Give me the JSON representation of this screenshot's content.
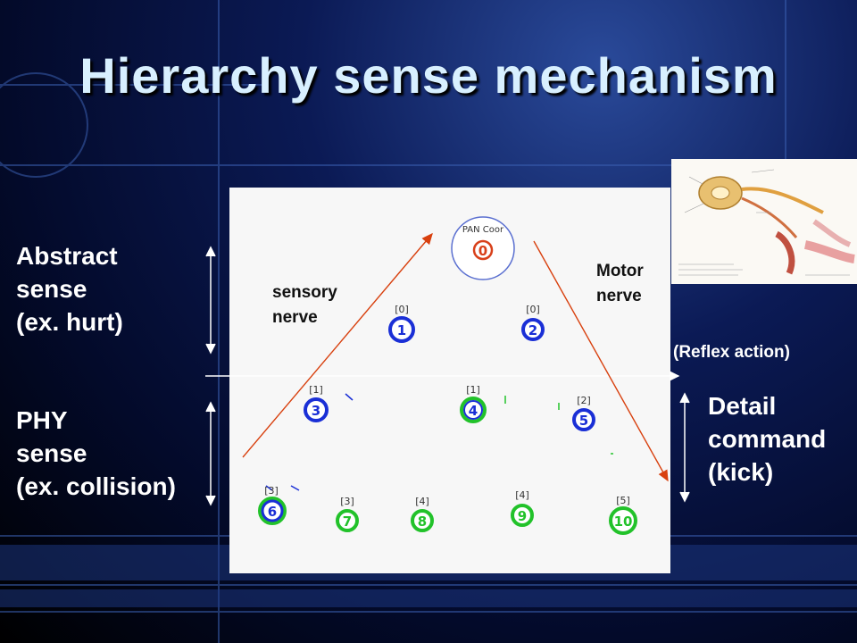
{
  "slide": {
    "title": "Hierarchy sense mechanism"
  },
  "left_labels": {
    "abstract": [
      "Abstract",
      "sense",
      "(ex. hurt)"
    ],
    "phy": [
      "PHY",
      "sense",
      "(ex. collision)"
    ]
  },
  "right_labels": {
    "reflex": "(Reflex action)",
    "detail": [
      "Detail",
      "command",
      "(kick)"
    ]
  },
  "diagram": {
    "sensory_label": [
      "sensory",
      "nerve"
    ],
    "motor_label": [
      "Motor",
      "nerve"
    ],
    "coordinator_label": "PAN Coor",
    "colors": {
      "blue": "#1a2fd6",
      "green": "#22c22a",
      "arrow": "#d8400e",
      "panel": "#f7f7f7"
    },
    "nodes": [
      {
        "id": "0",
        "tag": "",
        "ring": "blue",
        "role": "coordinator"
      },
      {
        "id": "1",
        "tag": "[0]",
        "ring": "blue"
      },
      {
        "id": "2",
        "tag": "[0]",
        "ring": "blue"
      },
      {
        "id": "3",
        "tag": "[1]",
        "ring": "blue"
      },
      {
        "id": "4",
        "tag": "[1]",
        "ring": "blue+green"
      },
      {
        "id": "5",
        "tag": "[2]",
        "ring": "blue"
      },
      {
        "id": "6",
        "tag": "[3]",
        "ring": "blue+green"
      },
      {
        "id": "7",
        "tag": "[3]",
        "ring": "green"
      },
      {
        "id": "8",
        "tag": "[4]",
        "ring": "green"
      },
      {
        "id": "9",
        "tag": "[4]",
        "ring": "green"
      },
      {
        "id": "10",
        "tag": "[5]",
        "ring": "green"
      }
    ]
  }
}
